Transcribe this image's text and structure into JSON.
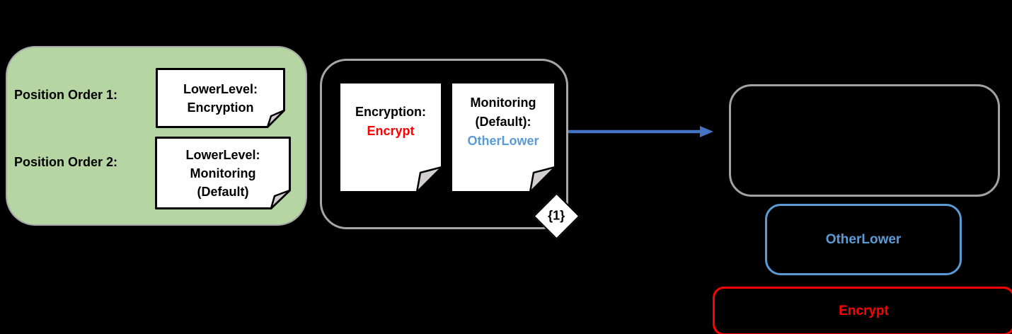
{
  "left_panel": {
    "row1_label": "Position Order 1:",
    "row2_label": "Position Order 2:",
    "note1_lines": [
      "LowerLevel:",
      "Encryption"
    ],
    "note2_lines": [
      "LowerLevel:",
      "Monitoring",
      "(Default)"
    ]
  },
  "middle_group": {
    "note_encryption": {
      "title": "Encryption:",
      "value": "Encrypt"
    },
    "note_monitoring": {
      "title_line1": "Monitoring",
      "title_line2": "(Default):",
      "value": "OtherLower"
    },
    "badge_label": "{1}"
  },
  "results": {
    "otherlower_label": "OtherLower",
    "encrypt_label": "Encrypt"
  },
  "colors": {
    "background": "#000000",
    "panel_green": "#b5d6a3",
    "box_border_gray": "#a6a6a6",
    "accent_blue": "#5b9bd5",
    "arrow_blue": "#4472c4",
    "accent_red": "#ff0000",
    "note_fold_gray": "#d0cece"
  }
}
